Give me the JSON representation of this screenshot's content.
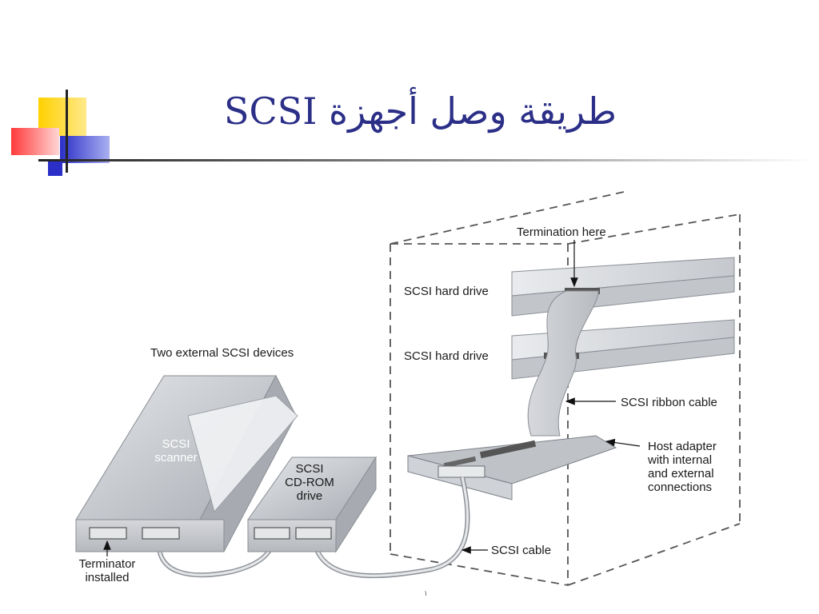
{
  "slide": {
    "title": "طريقة وصل أجهزة SCSI",
    "footer_text": "١"
  },
  "diagram": {
    "labels": {
      "two_external": "Two external SCSI devices",
      "scanner": "SCSI\nscanner",
      "cdrom": "SCSI\nCD-ROM\ndrive",
      "terminator": "Terminator\ninstalled",
      "termination_here": "Termination here",
      "hard_drive_1": "SCSI hard drive",
      "hard_drive_2": "SCSI hard drive",
      "ribbon_cable": "SCSI ribbon cable",
      "host_adapter": "Host adapter\nwith internal\nand external\nconnections",
      "scsi_cable": "SCSI cable"
    }
  },
  "colors": {
    "title": "#2b2f87",
    "deco_yellow": "#ffd100",
    "deco_blue": "#2b2fc8",
    "deco_red": "#ff4b4b",
    "device_fill": "#c9ccd1"
  }
}
